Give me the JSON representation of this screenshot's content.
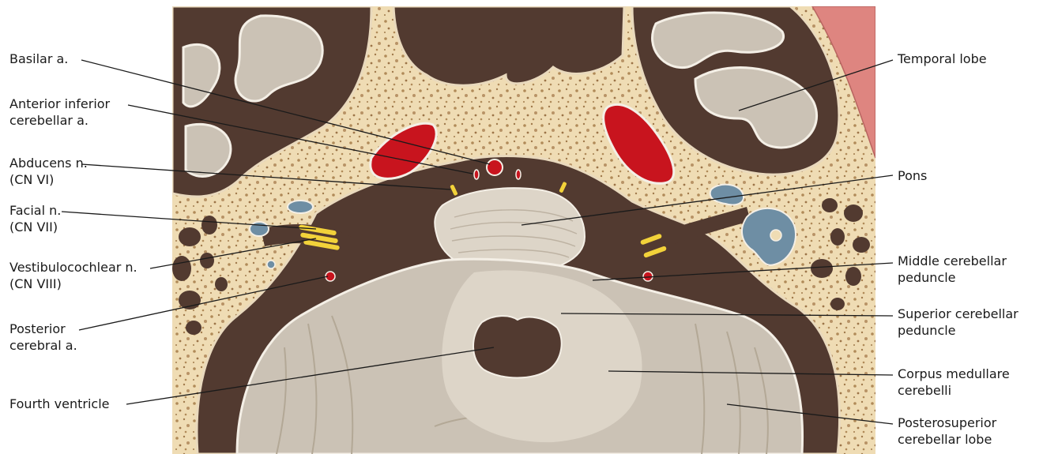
{
  "colors": {
    "bone": "#efdcb4",
    "dura_dark": "#523a30",
    "brain_gray": "#cbc2b5",
    "brain_light": "#ddd5c8",
    "artery": "#c8141e",
    "nerve": "#f2d23a",
    "vessel_blue": "#6e8ea4",
    "muscle": "#de8580",
    "leader": "#1a1a1a"
  },
  "labels": {
    "basilar": [
      "Basilar a."
    ],
    "aica": [
      "Anterior inferior",
      "cerebellar a."
    ],
    "abducens": [
      "Abducens n.",
      "(CN VI)"
    ],
    "facial": [
      "Facial n.",
      "(CN VII)"
    ],
    "vestibulocochlear": [
      "Vestibulocochlear n.",
      "(CN VIII)"
    ],
    "posterior_cerebral": [
      "Posterior",
      "cerebral a."
    ],
    "fourth_ventricle": [
      "Fourth ventricle"
    ],
    "temporal_lobe": [
      "Temporal lobe"
    ],
    "pons": [
      "Pons"
    ],
    "middle_cerebellar": [
      "Middle cerebellar",
      "peduncle"
    ],
    "superior_cerebellar": [
      "Superior cerebellar",
      "peduncle"
    ],
    "corpus_medullare": [
      "Corpus medullare",
      "cerebelli"
    ],
    "posterosuperior": [
      "Posterosuperior",
      "cerebellar lobe"
    ]
  }
}
